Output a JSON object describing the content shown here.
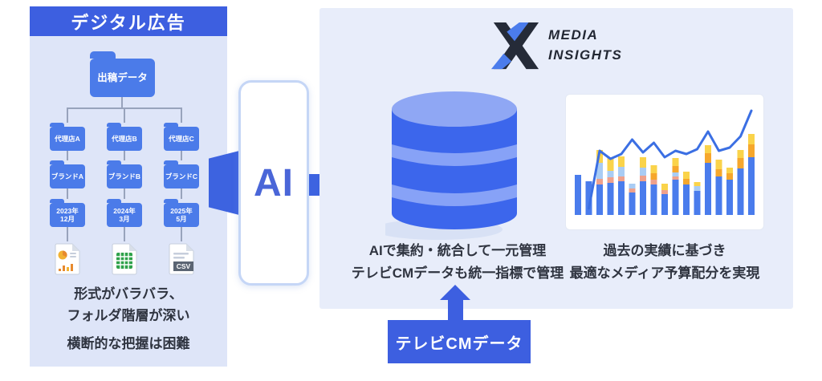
{
  "colors": {
    "accent_blue": "#3D5FE0",
    "folder_blue": "#4B7BE9",
    "panel_left_bg": "#DEE5F8",
    "panel_right_bg": "#E8EDFA",
    "db_body_blue": "#3C66EC",
    "db_light_blue": "#8FA7F4",
    "trend_line_blue": "#3B6FE3",
    "text_dark": "#2F3440",
    "logo_dark": "#252B38"
  },
  "left_panel": {
    "title": "デジタル広告",
    "root_folder_label": "出稿データ",
    "agency_folders": [
      {
        "label": "代理店A"
      },
      {
        "label": "代理店B"
      },
      {
        "label": "代理店C"
      }
    ],
    "brand_folders": [
      {
        "label": "ブランドA"
      },
      {
        "label": "ブランドB"
      },
      {
        "label": "ブランドC"
      }
    ],
    "date_folders": [
      {
        "line1": "2023年",
        "line2": "12月"
      },
      {
        "line1": "2024年",
        "line2": "3月"
      },
      {
        "line1": "2025年",
        "line2": "5月"
      }
    ],
    "csv_badge": "CSV",
    "caption_line1": "形式がバラバラ、",
    "caption_line2": "フォルダ階層が深い",
    "caption_line3": "横断的な把握は困難"
  },
  "middle": {
    "ai_label": "AI"
  },
  "right_panel": {
    "brand_line1": "MEDIA",
    "brand_line2": "INSIGHTS",
    "db_caption_line1": "AIで集約・統合して一元管理",
    "db_caption_line2": "テレビCMデータも統一指標で管理",
    "chart_caption_line1": "過去の実績に基づき",
    "chart_caption_line2": "最適なメディア予算配分を実現"
  },
  "bottom": {
    "tv_cm_label": "テレビCMデータ"
  },
  "chart_data": {
    "type": "bar",
    "subtype": "stacked-bars-with-line-overlay",
    "title": "",
    "xlabel": "",
    "ylabel": "",
    "axes_visible": false,
    "grid": false,
    "legend": "none",
    "ylim": [
      0,
      140
    ],
    "units": "relative",
    "categories": [
      "1",
      "2",
      "3",
      "4",
      "5",
      "6",
      "7",
      "8",
      "9",
      "10",
      "11",
      "12",
      "13",
      "14",
      "15",
      "16",
      "17"
    ],
    "series": [
      {
        "name": "base-blue",
        "color": "#4A7CEC",
        "values": [
          50,
          42,
          38,
          40,
          42,
          28,
          42,
          38,
          26,
          44,
          38,
          30,
          65,
          48,
          44,
          58,
          72
        ]
      },
      {
        "name": "salmon",
        "color": "#EFA18C",
        "values": [
          0,
          0,
          7,
          7,
          6,
          5,
          7,
          6,
          5,
          4,
          0,
          0,
          0,
          0,
          0,
          0,
          0
        ]
      },
      {
        "name": "light-blue",
        "color": "#A9CCF4",
        "values": [
          0,
          0,
          20,
          8,
          12,
          6,
          10,
          0,
          0,
          5,
          0,
          6,
          0,
          0,
          0,
          0,
          0
        ]
      },
      {
        "name": "orange",
        "color": "#F6A72C",
        "values": [
          0,
          0,
          0,
          0,
          0,
          0,
          0,
          8,
          0,
          8,
          7,
          0,
          12,
          9,
          8,
          13,
          16
        ]
      },
      {
        "name": "yellow",
        "color": "#FAD34A",
        "values": [
          0,
          0,
          16,
          17,
          13,
          0,
          13,
          10,
          8,
          10,
          9,
          5,
          10,
          12,
          7,
          10,
          13
        ]
      }
    ],
    "line": {
      "name": "trend-line",
      "color": "#3B6FE3",
      "values": [
        null,
        8,
        80,
        70,
        76,
        94,
        78,
        90,
        72,
        80,
        76,
        82,
        104,
        80,
        84,
        98,
        130
      ]
    }
  }
}
